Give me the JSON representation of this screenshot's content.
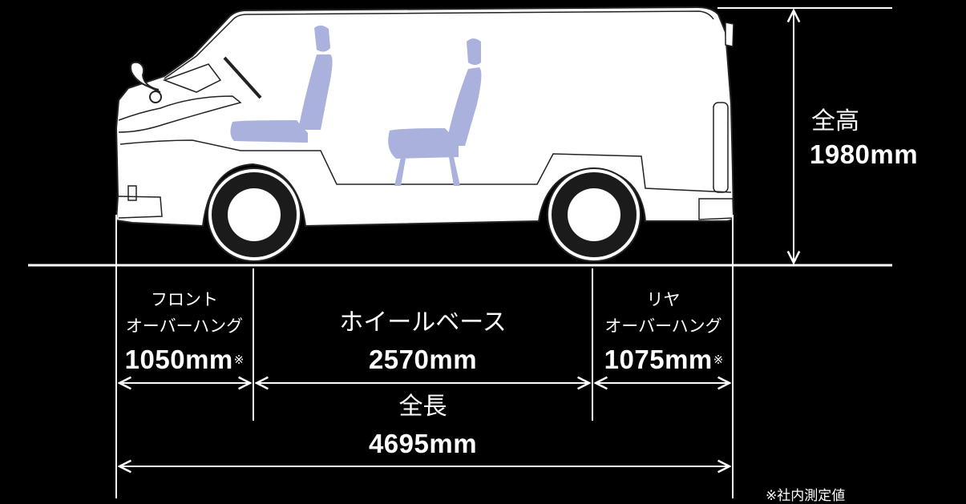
{
  "colors": {
    "background": "#000000",
    "line": "#ffffff",
    "body": "#ffffff",
    "seat": "#a9b1dc",
    "outline": "#222222"
  },
  "height": {
    "label": "全高",
    "value": "1980mm"
  },
  "front_overhang": {
    "label_line1": "フロント",
    "label_line2": "オーバーハング",
    "value": "1050mm",
    "mark": "※"
  },
  "wheelbase": {
    "label": "ホイールベース",
    "value": "2570mm"
  },
  "rear_overhang": {
    "label_line1": "リヤ",
    "label_line2": "オーバーハング",
    "value": "1075mm",
    "mark": "※"
  },
  "overall_length": {
    "label": "全長",
    "value": "4695mm"
  },
  "footnote": "※社内測定値"
}
